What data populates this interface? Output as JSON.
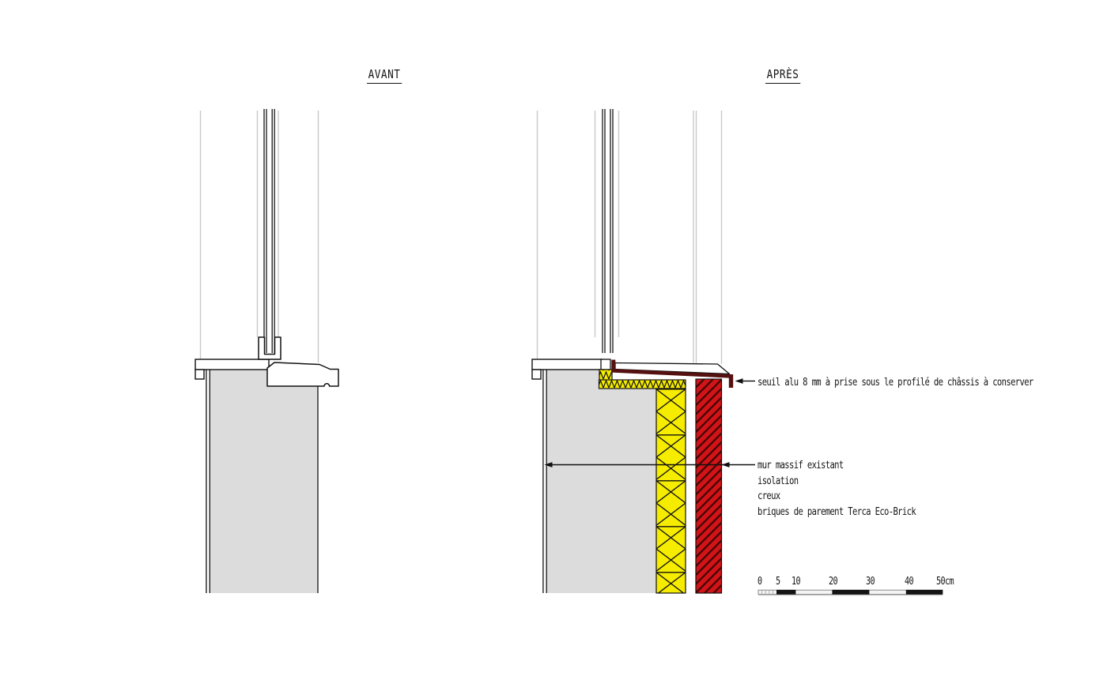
{
  "page": {
    "background": "#ffffff"
  },
  "titles": {
    "before": "AVANT",
    "after": "APRÈS"
  },
  "annotations": {
    "sill_note": "seuil alu 8 mm à prise sous le profilé de châssis à conserver",
    "wall_layers": [
      "mur massif existant",
      "isolation",
      "creux",
      "briques de parement Terca Eco-Brick"
    ]
  },
  "scale_bar": {
    "labels": [
      "0",
      "5",
      "10",
      "20",
      "30",
      "40",
      "50cm"
    ]
  },
  "colors": {
    "existing_wall": "#dcdcdc",
    "insulation": "#f5ec00",
    "brick": "#d21317",
    "brick_hatch": "#420606",
    "alu_sill": "#551010",
    "line": "#151515",
    "reveal_line": "#c9c9c9"
  }
}
